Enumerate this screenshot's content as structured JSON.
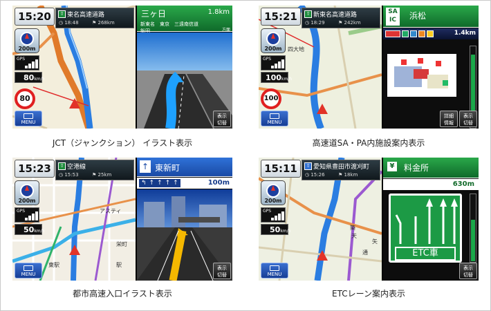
{
  "colors": {
    "guidance_green": "#1e8e3e",
    "route_blue": "#2a7de1",
    "speed_red": "#e02020",
    "menu_blue": "#1d4fb0"
  },
  "common": {
    "menu_label": "MENU",
    "gps_label": "GPS",
    "speed_unit": "km/h"
  },
  "panels": [
    {
      "caption": "JCT（ジャンクション） イラスト表示",
      "time": "15:20",
      "road": "東名高速道路",
      "eta": "18:48",
      "remaining": "268km",
      "scale": "200m",
      "speed": "80",
      "speed_sign": "80",
      "guide": {
        "name": "三ヶ日",
        "distance": "1.8km",
        "directions": "新東名　東京　三遠南信道",
        "directions2": "飯田",
        "side_label": "方面"
      },
      "side_button": [
        "表示",
        "切替"
      ]
    },
    {
      "caption": "高速道SA・PA内施設案内表示",
      "time": "15:21",
      "road": "新東名高速道路",
      "eta": "18:29",
      "remaining": "242km",
      "scale": "200m",
      "speed": "100",
      "speed_sign": "100",
      "map_label": "四大地",
      "guide": {
        "sa_tag": "SA",
        "ic_tag": "IC",
        "name": "浜松",
        "distance": "1.4km"
      },
      "side_buttons": [
        [
          "詳細",
          "情報"
        ],
        [
          "表示",
          "切替"
        ]
      ]
    },
    {
      "caption": "都市高速入口イラスト表示",
      "time": "15:23",
      "road": "空港線",
      "eta": "15:53",
      "remaining": "25km",
      "scale": "200m",
      "speed": "50",
      "map_labels": [
        "アスティ",
        "栄町",
        "東駅",
        "駅"
      ],
      "guide": {
        "name": "東新町",
        "distance": "100m"
      },
      "side_button": [
        "表示",
        "切替"
      ]
    },
    {
      "caption": "ETCレーン案内表示",
      "time": "15:11",
      "road": "愛知県豊田市渡刈町",
      "eta": "15:26",
      "remaining": "18km",
      "scale": "200m",
      "speed": "50",
      "map_labels": [
        "築",
        "天",
        "通",
        "矢"
      ],
      "guide": {
        "name": "料金所",
        "distance": "630m",
        "etc_label": "ETC車"
      },
      "side_button": [
        "表示",
        "切替"
      ]
    }
  ]
}
